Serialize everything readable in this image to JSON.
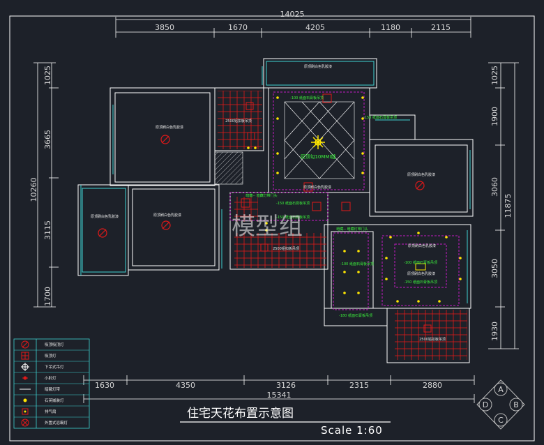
{
  "title": "住宅天花布置示意图",
  "scale": "Scale 1:60",
  "watermark": "模型组",
  "dims": {
    "top_total": "14025",
    "top": [
      "3850",
      "1670",
      "4205",
      "1180",
      "2115"
    ],
    "bottom_total": "15341",
    "bottom": [
      "1630",
      "4350",
      "3126",
      "2315",
      "2880"
    ],
    "left_total": "10260",
    "left": [
      "1025",
      "3665",
      "3115",
      "1700"
    ],
    "right_total": "11875",
    "right": [
      "1025",
      "1900",
      "3060",
      "3050",
      "1930"
    ]
  },
  "room_labels": {
    "paint": "原顶刷白色乳胶漆",
    "kitchen_ceiling": "2500铝扣板吊顶",
    "living_line": "原顶勾10MMI缝",
    "dining_ceiling": "2500铝扣板吊顶",
    "bath_ceiling": "2500铝扣板吊顶",
    "plaster_150": "-150 纸面石膏板吊顶",
    "plaster_100": "-100 纸面石膏板吊顶",
    "plaster_180": "-180 纸面石膏板吊顶",
    "dark_trough": "暗藏-- 暗藏灯带门头",
    "led": "原顶刷白色乳胶漆"
  },
  "legend": [
    {
      "icon": "pendant-lamp-icon",
      "label": "吸顶吸顶灯"
    },
    {
      "icon": "ceiling-grid-lamp-icon",
      "label": "吸顶灯"
    },
    {
      "icon": "downlight-fan-icon",
      "label": "下吊式吊灯"
    },
    {
      "icon": "small-spotlight-icon",
      "label": "小射灯"
    },
    {
      "icon": "led-strip-icon",
      "label": "暗藏灯带"
    },
    {
      "icon": "recessed-light-icon",
      "label": "石英嵌装灯"
    },
    {
      "icon": "exhaust-fan-icon",
      "label": "排气扇"
    },
    {
      "icon": "bath-heater-icon",
      "label": "外置式浴霸灯"
    }
  ],
  "compass": {
    "a": "A",
    "b": "B",
    "c": "C",
    "d": "D"
  },
  "colors": {
    "background": "#1d2129",
    "wall": "#ffffff",
    "cyan": "#3fd3d3",
    "red_grid": "#e01919",
    "magenta": "#c51cc5",
    "green": "#3cf03c",
    "yellow": "#ffe600"
  }
}
